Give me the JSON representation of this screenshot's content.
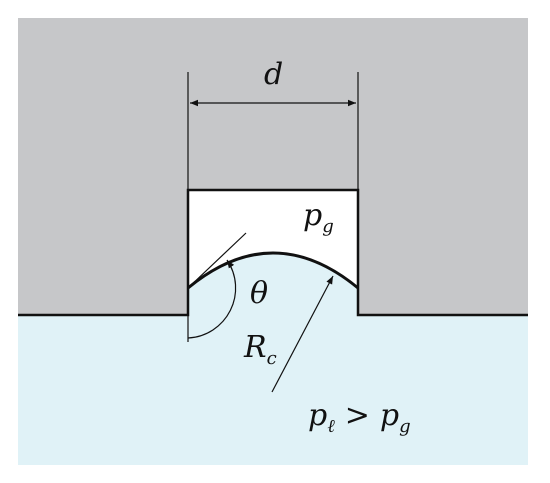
{
  "labels": {
    "d": "d",
    "pg_main": "p",
    "pg_sub": "g",
    "theta": "θ",
    "Rc_main": "R",
    "Rc_sub": "c",
    "pl_main": "p",
    "pl_sub": "ℓ",
    "gt": ">",
    "pg2_main": "p",
    "pg2_sub": "g"
  },
  "colors": {
    "solid": "#c6c7c9",
    "liquid": "#e0f2f7",
    "gas": "#ffffff",
    "stroke": "#111111"
  }
}
